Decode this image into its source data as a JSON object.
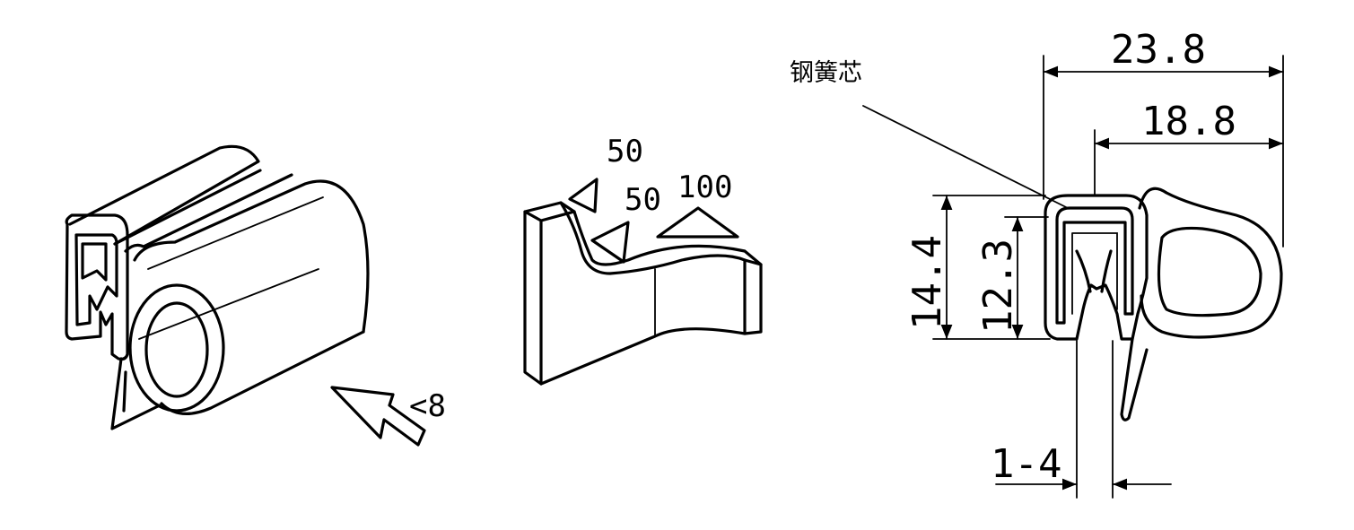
{
  "steel_core_label": "钢簧芯",
  "dimensions": {
    "overall_width": "23.8",
    "bulb_width": "18.8",
    "overall_height": "14.4",
    "clip_height": "12.3",
    "panel_thickness": "1-4"
  },
  "installation": {
    "push_force": "<8",
    "removal_force_1": "50",
    "removal_force_2": "50",
    "removal_force_3": "100"
  }
}
